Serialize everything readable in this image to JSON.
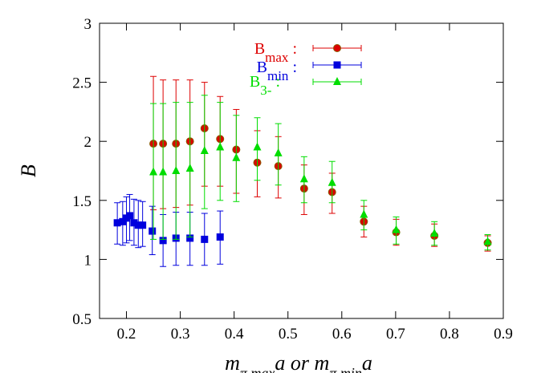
{
  "chart_data": {
    "type": "scatter",
    "xlabel": "m_{π,max}a  or  m_{π,min}a",
    "ylabel": "B",
    "xlim": [
      0.15,
      0.9
    ],
    "ylim": [
      0.5,
      3
    ],
    "xticks": [
      0.2,
      0.3,
      0.4,
      0.5,
      0.6,
      0.7,
      0.8,
      0.9
    ],
    "yticks": [
      0.5,
      1,
      1.5,
      2,
      2.5,
      3
    ],
    "xtick_labels": [
      "0.2",
      "0.3",
      "0.4",
      "0.5",
      "0.6",
      "0.7",
      "0.8",
      "0.9"
    ],
    "ytick_labels": [
      "0.5",
      "1",
      "1.5",
      "2",
      "2.5",
      "3"
    ],
    "grid": false,
    "legend_position": "top-right",
    "series": [
      {
        "name": "B_max",
        "name_main": "B",
        "name_sub": "max",
        "name_suffix": " :",
        "color": "#dd0000",
        "marker": "circle",
        "points": [
          {
            "x": 0.25,
            "y": 1.98,
            "lo": 1.42,
            "hi": 2.55
          },
          {
            "x": 0.268,
            "y": 1.98,
            "lo": 1.43,
            "hi": 2.52
          },
          {
            "x": 0.292,
            "y": 1.98,
            "lo": 1.44,
            "hi": 2.52
          },
          {
            "x": 0.318,
            "y": 2.0,
            "lo": 1.46,
            "hi": 2.52
          },
          {
            "x": 0.345,
            "y": 2.11,
            "lo": 1.62,
            "hi": 2.5
          },
          {
            "x": 0.374,
            "y": 2.02,
            "lo": 1.62,
            "hi": 2.38
          },
          {
            "x": 0.404,
            "y": 1.93,
            "lo": 1.56,
            "hi": 2.27
          },
          {
            "x": 0.443,
            "y": 1.82,
            "lo": 1.53,
            "hi": 2.09
          },
          {
            "x": 0.482,
            "y": 1.79,
            "lo": 1.52,
            "hi": 2.04
          },
          {
            "x": 0.53,
            "y": 1.6,
            "lo": 1.38,
            "hi": 1.8
          },
          {
            "x": 0.582,
            "y": 1.57,
            "lo": 1.39,
            "hi": 1.73
          },
          {
            "x": 0.641,
            "y": 1.32,
            "lo": 1.19,
            "hi": 1.45
          },
          {
            "x": 0.701,
            "y": 1.23,
            "lo": 1.12,
            "hi": 1.34
          },
          {
            "x": 0.772,
            "y": 1.2,
            "lo": 1.11,
            "hi": 1.3
          },
          {
            "x": 0.871,
            "y": 1.14,
            "lo": 1.07,
            "hi": 1.2
          }
        ]
      },
      {
        "name": "B_min",
        "name_main": "B",
        "name_sub": "min",
        "name_suffix": " :",
        "color": "#0000dd",
        "marker": "square",
        "points": [
          {
            "x": 0.183,
            "y": 1.31,
            "lo": 1.13,
            "hi": 1.48
          },
          {
            "x": 0.193,
            "y": 1.32,
            "lo": 1.12,
            "hi": 1.49
          },
          {
            "x": 0.2,
            "y": 1.35,
            "lo": 1.14,
            "hi": 1.53
          },
          {
            "x": 0.206,
            "y": 1.37,
            "lo": 1.16,
            "hi": 1.55
          },
          {
            "x": 0.214,
            "y": 1.31,
            "lo": 1.12,
            "hi": 1.51
          },
          {
            "x": 0.222,
            "y": 1.29,
            "lo": 1.1,
            "hi": 1.5
          },
          {
            "x": 0.23,
            "y": 1.29,
            "lo": 1.11,
            "hi": 1.49
          },
          {
            "x": 0.248,
            "y": 1.24,
            "lo": 1.04,
            "hi": 1.45
          },
          {
            "x": 0.268,
            "y": 1.16,
            "lo": 0.94,
            "hi": 1.38
          },
          {
            "x": 0.292,
            "y": 1.18,
            "lo": 0.95,
            "hi": 1.4
          },
          {
            "x": 0.318,
            "y": 1.18,
            "lo": 0.95,
            "hi": 1.4
          },
          {
            "x": 0.345,
            "y": 1.17,
            "lo": 0.95,
            "hi": 1.39
          },
          {
            "x": 0.374,
            "y": 1.19,
            "lo": 0.96,
            "hi": 1.41
          }
        ]
      },
      {
        "name": "B_3-",
        "name_main": "B",
        "name_sub": "3-",
        "name_suffix": " :",
        "color": "#00dd00",
        "marker": "triangle",
        "points": [
          {
            "x": 0.25,
            "y": 1.74,
            "lo": 1.17,
            "hi": 2.32
          },
          {
            "x": 0.268,
            "y": 1.74,
            "lo": 1.17,
            "hi": 2.32
          },
          {
            "x": 0.292,
            "y": 1.75,
            "lo": 1.17,
            "hi": 2.33
          },
          {
            "x": 0.318,
            "y": 1.77,
            "lo": 1.19,
            "hi": 2.33
          },
          {
            "x": 0.345,
            "y": 1.92,
            "lo": 1.43,
            "hi": 2.39
          },
          {
            "x": 0.374,
            "y": 1.95,
            "lo": 1.5,
            "hi": 2.33
          },
          {
            "x": 0.404,
            "y": 1.86,
            "lo": 1.49,
            "hi": 2.22
          },
          {
            "x": 0.443,
            "y": 1.95,
            "lo": 1.67,
            "hi": 2.2
          },
          {
            "x": 0.482,
            "y": 1.9,
            "lo": 1.63,
            "hi": 2.15
          },
          {
            "x": 0.53,
            "y": 1.68,
            "lo": 1.48,
            "hi": 1.87
          },
          {
            "x": 0.582,
            "y": 1.65,
            "lo": 1.48,
            "hi": 1.83
          },
          {
            "x": 0.641,
            "y": 1.38,
            "lo": 1.25,
            "hi": 1.5
          },
          {
            "x": 0.701,
            "y": 1.25,
            "lo": 1.13,
            "hi": 1.36
          },
          {
            "x": 0.772,
            "y": 1.22,
            "lo": 1.12,
            "hi": 1.32
          },
          {
            "x": 0.871,
            "y": 1.15,
            "lo": 1.08,
            "hi": 1.21
          }
        ]
      }
    ]
  }
}
